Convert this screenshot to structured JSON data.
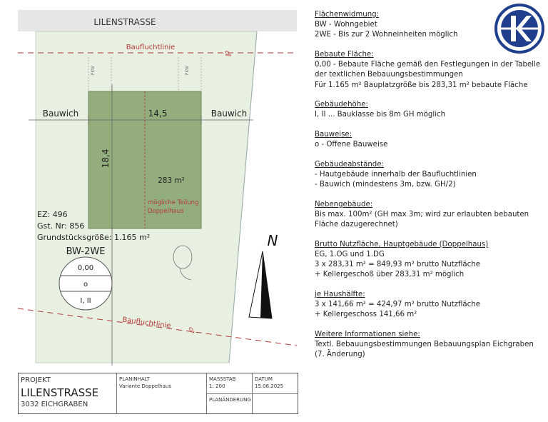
{
  "plan": {
    "street": "LILENSTRASSE",
    "baufluchtlinie_top": "Baufluchtlinie",
    "baufluchtlinie_bottom": "Baufluchtlinie",
    "pkw_label": "PKW",
    "bauwich_left": "Bauwich",
    "bauwich_right": "Bauwich",
    "width_dim": "14,5",
    "height_dim": "18,4",
    "area": "283 m²",
    "teilung_line1": "mögliche Teilung",
    "teilung_line2": "Doppelhaus",
    "ez": "EZ: 496",
    "gst": "Gst. Nr: 856",
    "grundstueck": "Grundstücksgröße: 1.165 m²",
    "zone": "BW-2WE",
    "circle_top": "0,00",
    "circle_mid": "o",
    "circle_bot": "I, II",
    "north": "N",
    "marker_symbol": "℘"
  },
  "info": {
    "sections": [
      {
        "heading": "Flächenwidmung:",
        "lines": [
          "BW - Wohngebiet",
          "2WE - Bis zur 2 Wohneinheiten möglich"
        ]
      },
      {
        "heading": "Bebaute Fläche:",
        "lines": [
          "0,00 - Bebaute Fläche gemäß den Festlegungen in der Tabelle",
          "der textlichen Bebauungsbestimmungen",
          "Für 1.165 m² Bauplatzgröße bis 283,31 m² bebaute Fläche"
        ]
      },
      {
        "heading": "Gebäudehöhe:",
        "lines": [
          "I, II ... Bauklasse bis 8m GH möglich"
        ]
      },
      {
        "heading": "Bauweise:",
        "lines": [
          "o - Offene Bauweise"
        ]
      },
      {
        "heading": "Gebäudeabstände:",
        "lines": [
          "- Hautgebäude innerhalb der Baufluchtlinien",
          "- Bauwich (mindestens 3m, bzw. GH/2)"
        ]
      },
      {
        "heading": "Nebengebäude:",
        "lines": [
          "Bis max. 100m² (GH max 3m; wird zur erlaubten bebauten",
          "Fläche dazugerechnet)"
        ]
      },
      {
        "heading": "Brutto Nutzfläche, Hauptgebäude (Doppelhaus)",
        "lines": [
          "EG, 1.OG und 1.DG",
          "3 x 283,31 m² = 849,93 m² brutto Nutzfläche",
          "+ Kellergeschoß über 283,31 m² möglich"
        ]
      },
      {
        "heading": "je Haushälfte:",
        "lines": [
          "3 x 141,66 m² = 424,97 m² brutto Nutzfläche",
          "+ Kellergeschoss 141,66 m²"
        ]
      },
      {
        "heading": "Weitere Informationen siehe:",
        "lines": [
          "Textl. Bebauungsbestimmungen Bebauungsplan Eichgraben",
          "(7. Änderung)"
        ]
      }
    ]
  },
  "titleblock": {
    "projekt_label": "PROJEKT",
    "projekt_name": "LILENSTRASSE",
    "projekt_ort": "3032 EICHGRABEN",
    "planinhalt_label": "PLANINHALT",
    "planinhalt_value": "Variante Doppelhaus",
    "massstab_label": "MASSSTAB",
    "massstab_value": "1: 200",
    "datum_label": "DATUM",
    "datum_value": "15.06.2025",
    "planaenderung_label": "PLANÄNDERUNG"
  },
  "colors": {
    "lot": "#e8f0e1",
    "building": "#93ad7d",
    "street": "#e6e6e6",
    "accent_red": "#b23a3a",
    "logo_blue": "#1f3f8c"
  }
}
